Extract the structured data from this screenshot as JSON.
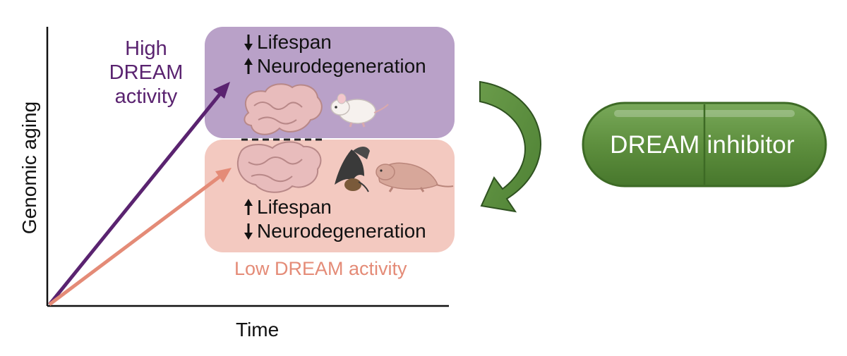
{
  "axes": {
    "x_label": "Time",
    "y_label": "Genomic aging"
  },
  "high": {
    "label_lines": [
      "High",
      "DREAM",
      "activity"
    ],
    "effects": [
      {
        "direction": "down",
        "text": "Lifespan"
      },
      {
        "direction": "up",
        "text": "Neurodegeneration"
      }
    ],
    "color": "#5a2370",
    "box_color": "#b9a1c8"
  },
  "low": {
    "label": "Low DREAM activity",
    "effects": [
      {
        "direction": "up",
        "text": "Lifespan"
      },
      {
        "direction": "down",
        "text": "Neurodegeneration"
      }
    ],
    "color": "#e48b77",
    "box_color": "#f3c9c0"
  },
  "pill": {
    "label": "DREAM inhibitor",
    "color": "#5e8f3e"
  },
  "icons": [
    "brain-icon",
    "mouse-icon",
    "bat-icon",
    "naked-mole-rat-icon",
    "curved-arrow-icon"
  ]
}
